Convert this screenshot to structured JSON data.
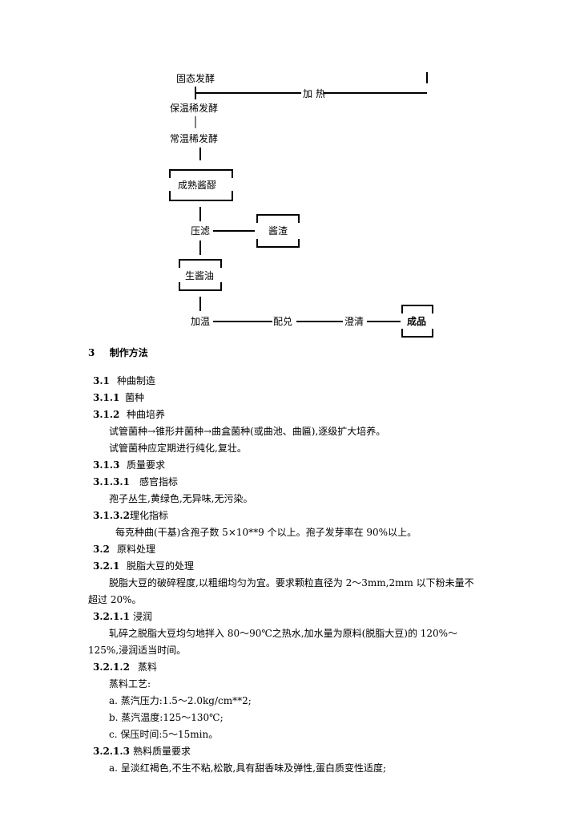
{
  "flow": {
    "node_solid_ferment": "固态发酵",
    "label_heat": "加  热",
    "node_warm_dilute": "保温稀发酵",
    "node_normal_dilute": "常温稀发酵",
    "node_mature_mash": "成熟酱醪",
    "node_press": "压滤",
    "node_residue": "酱渣",
    "node_raw_sauce": "生酱油",
    "node_heating": "加温",
    "node_blend": "配兑",
    "node_clarify": "澄清",
    "node_product": "成品"
  },
  "doc": {
    "section3": {
      "num": "3",
      "title": "制作方法"
    },
    "lines": [
      {
        "num": "3.1",
        "text": "种曲制造"
      },
      {
        "num": "3.1.1",
        "text": "菌种"
      },
      {
        "num": "3.1.2",
        "text": "种曲培养"
      },
      {
        "num": "",
        "text": "试管菌种→锥形井菌种→曲盒菌种(或曲池、曲匾),逐级扩大培养。"
      },
      {
        "num": "",
        "text": "试管菌种应定期进行纯化,复壮。"
      },
      {
        "num": "3.1.3",
        "text": "质量要求"
      },
      {
        "num": "3.1.3.1",
        "text": "感官指标"
      },
      {
        "num": "",
        "text": "孢子丛生,黄绿色,无异味,无污染。"
      },
      {
        "num": "3.1.3.2",
        "text": "理化指标"
      },
      {
        "num": "",
        "text": "每克种曲(干基)含孢子数 5×10**9 个以上。孢子发芽率在  90%以上。"
      },
      {
        "num": "3.2",
        "text": "原料处理"
      },
      {
        "num": "3.2.1",
        "text": "脱脂大豆的处理"
      },
      {
        "num": "",
        "text": "脱脂大豆的破碎程度,以粗细均匀为宜。要求颗粒直径为 2～3mm,2mm 以下粉未量不"
      },
      {
        "num": "",
        "text": "超过 20%。"
      },
      {
        "num": "3.2.1.1",
        "text": "浸润"
      },
      {
        "num": "",
        "text": "轧碎之脱脂大豆均匀地拌入  80～90℃之热水,加水量为原料(脱脂大豆)的 120%～"
      },
      {
        "num": "",
        "text": "125%,浸润适当时间。"
      },
      {
        "num": "3.2.1.2",
        "text": "蒸料"
      },
      {
        "num": "",
        "text": "蒸料工艺:"
      },
      {
        "num": "",
        "text": "a. 蒸汽压力:1.5～2.0kg/cm**2;"
      },
      {
        "num": "",
        "text": "b. 蒸汽温度:125～130℃;"
      },
      {
        "num": "",
        "text": "c. 保压时间:5～15min。"
      },
      {
        "num": "3.2.1.3",
        "text": "熟料质量要求"
      },
      {
        "num": "",
        "text": "a. 呈淡红褐色,不生不粘,松散,具有甜香味及弹性,蛋白质变性适度;"
      }
    ]
  }
}
